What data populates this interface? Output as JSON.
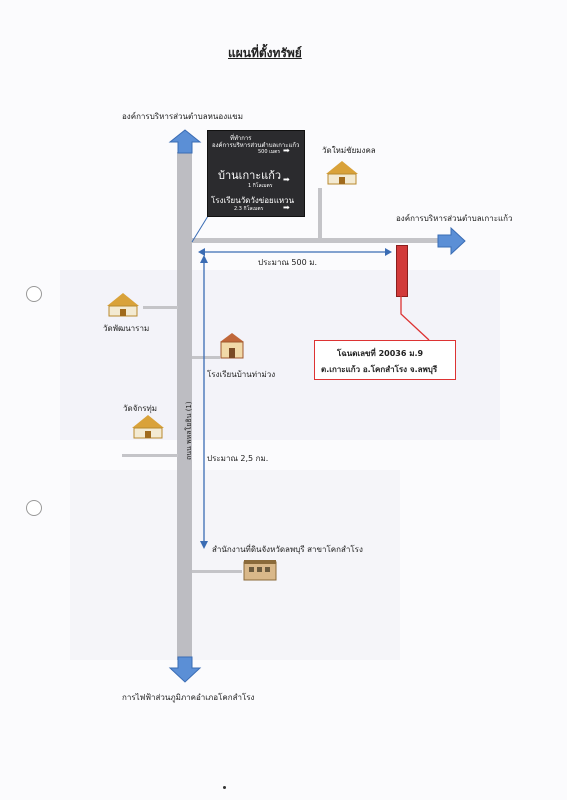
{
  "title": "แผนที่ตั้งทรัพย์",
  "labels": {
    "top_destination": "องค์การบริหารส่วนตำบลหนองแขม",
    "right_destination": "องค์การบริหารส่วนตำบลเกาะแก้ว",
    "bottom_destination": "การไฟฟ้าส่วนภูมิภาคอำเภอโคกสำโรง",
    "temple_top_right": "วัดใหม่ชัยมงคล",
    "temple_left_1": "วัดพัฒนาราม",
    "temple_left_2": "วัดจักรทุ่ม",
    "school": "โรงเรียนบ้านท่าม่วง",
    "land_office": "สำนักงานที่ดินจังหวัดลพบุรี สาขาโคกสำโรง",
    "distance_horizontal": "ประมาณ 500 ม.",
    "distance_vertical": "ประมาณ 2,5 กม.",
    "road_name": "ถนน พหลโยธิน (1)"
  },
  "sign": {
    "line1": "ที่ทำการ",
    "line2": "องค์การบริหารส่วนตำบลเกาะแก้ว",
    "line3": "500 เมตร",
    "line4": "บ้านเกาะแก้ว",
    "line5": "1 กิโลเมตร",
    "line6": "โรงเรียนวัดวังข่อยแหวน",
    "line7": "2.3 กิโลเมตร"
  },
  "deed": {
    "line1": "โฉนดเลขที่ 20036  ม.9",
    "line2": "ต.เกาะแก้ว  อ.โคกสำโรง  จ.ลพบุรี"
  },
  "colors": {
    "arrow": "#5b8fd6",
    "road": "#bdbdc2",
    "plot": "#d23a3a",
    "callout_border": "#dd3333"
  }
}
